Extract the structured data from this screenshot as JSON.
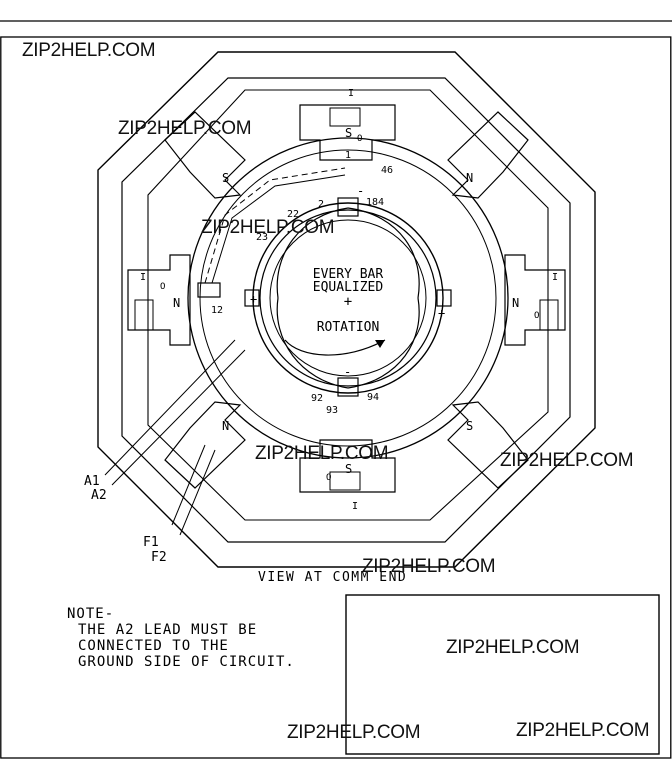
{
  "watermark": "ZIP2HELP.COM",
  "diagram": {
    "center_label_1": "EVERY BAR",
    "center_label_2": "EQUALIZED",
    "center_plus": "+",
    "rotation_label": "ROTATION",
    "caption": "VIEW AT COMM END",
    "pole_letters": [
      "S",
      "S",
      "N",
      "N",
      "N",
      "N",
      "S",
      "S"
    ],
    "pole_subscripts": [
      "O",
      "O",
      "O",
      "O"
    ],
    "pole_marks": [
      "I",
      "I",
      "I",
      "I"
    ],
    "bar_numbers": [
      "1",
      "46",
      "184",
      "2",
      "22",
      "23",
      "12",
      "92",
      "93",
      "94"
    ],
    "brush_signs": [
      "+",
      "+",
      "-",
      "-"
    ],
    "leads": [
      "A1",
      "A2",
      "F1",
      "F2"
    ]
  },
  "note": {
    "title": "NOTE-",
    "line1": "THE A2 LEAD MUST BE",
    "line2": "CONNECTED TO THE",
    "line3": "GROUND SIDE OF CIRCUIT."
  }
}
